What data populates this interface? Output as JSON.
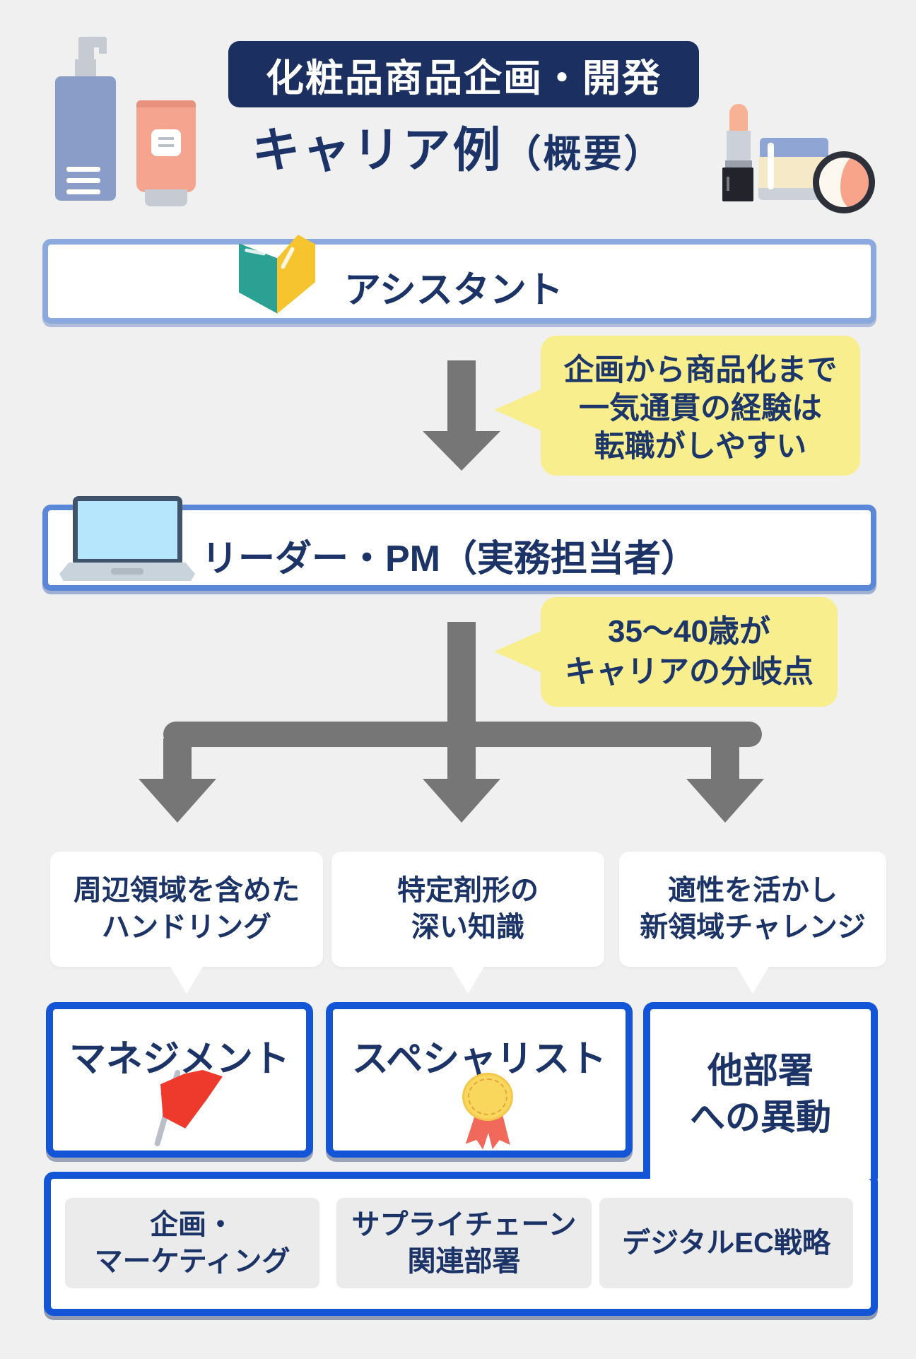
{
  "header": {
    "badge": "化粧品商品企画・開発",
    "subtitle_main": "キャリア例",
    "subtitle_paren": "（概要）"
  },
  "stages": [
    {
      "label": "アシスタント",
      "icon": "beginner-book-icon"
    },
    {
      "label": "リーダー・PM（実務担当者）",
      "icon": "laptop-icon"
    }
  ],
  "callouts": {
    "experience": {
      "lines": [
        "企画から商品化まで",
        "一気通貫の経験は",
        "転職がしやすい"
      ]
    },
    "turning_point": {
      "lines": [
        "35〜40歳が",
        "キャリアの分岐点"
      ]
    }
  },
  "branch_notes": [
    {
      "lines": [
        "周辺領域を含めた",
        "ハンドリング"
      ]
    },
    {
      "lines": [
        "特定剤形の",
        "深い知識"
      ]
    },
    {
      "lines": [
        "適性を活かし",
        "新領域チャレンジ"
      ]
    }
  ],
  "paths": [
    {
      "label": "マネジメント",
      "icon": "flag-icon"
    },
    {
      "label": "スペシャリスト",
      "icon": "medal-icon"
    },
    {
      "lines": [
        "他部署",
        "への異動"
      ]
    }
  ],
  "departments": [
    {
      "lines": [
        "企画・",
        "マーケティング"
      ]
    },
    {
      "lines": [
        "サプライチェーン",
        "関連部署"
      ]
    },
    {
      "lines": [
        "デジタルEC戦略"
      ]
    }
  ],
  "colors": {
    "background": "#f0f0f1",
    "navy_text": "#1b3366",
    "badge_navy": "#1b3060",
    "border_light_blue": "#8ca9dd",
    "border_mid_blue": "#5b87d9",
    "border_strong_blue": "#1355d6",
    "bubble_yellow": "#f8ee8e",
    "arrow_gray": "#767676",
    "dept_gray": "#ebebec",
    "flag_red": "#ee3a2c",
    "medal_gold": "#f9d65c",
    "book_teal": "#2aa193",
    "book_yellow": "#f6c42e"
  }
}
